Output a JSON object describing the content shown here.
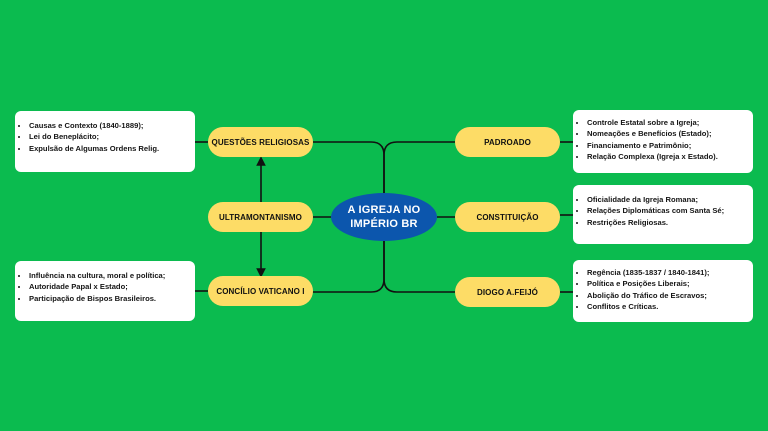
{
  "center": {
    "title_line1": "A IGREJA NO",
    "title_line2": "IMPÉRIO BR"
  },
  "left": {
    "questoes": {
      "label": "QUESTÕES RELIGIOSAS",
      "items": [
        "Causas e Contexto (1840-1889);",
        "Lei do Beneplácito;",
        "Expulsão de Algumas Ordens Relig."
      ]
    },
    "ultramontanismo": {
      "label": "ULTRAMONTANISMO"
    },
    "concilio": {
      "label": "CONCÍLIO VATICANO I",
      "items": [
        "Influência na cultura, moral e política;",
        "Autoridade Papal x Estado;",
        "Participação de Bispos Brasileiros."
      ]
    }
  },
  "right": {
    "padroado": {
      "label": "PADROADO",
      "items": [
        "Controle Estatal sobre a Igreja;",
        "Nomeações e Benefícios (Estado);",
        "Financiamento e Patrimônio;",
        "Relação Complexa (Igreja x Estado)."
      ]
    },
    "constituicao": {
      "label": "CONSTITUIÇÃO",
      "items": [
        "Oficialidade da Igreja Romana;",
        "Relações Diplomáticas com Santa Sé;",
        "Restrições Religiosas."
      ]
    },
    "feijo": {
      "label": "DIOGO A.FEIJÓ",
      "items": [
        "Regência (1835-1837 / 1840-1841);",
        "Política e Posições Liberais;",
        "Abolição do Tráfico de Escravos;",
        "Conflitos e Críticas."
      ]
    }
  },
  "colors": {
    "background": "#0bbb4f",
    "center": "#0c56ad",
    "pill": "#fddc66",
    "card": "#ffffff",
    "line": "#111111"
  }
}
